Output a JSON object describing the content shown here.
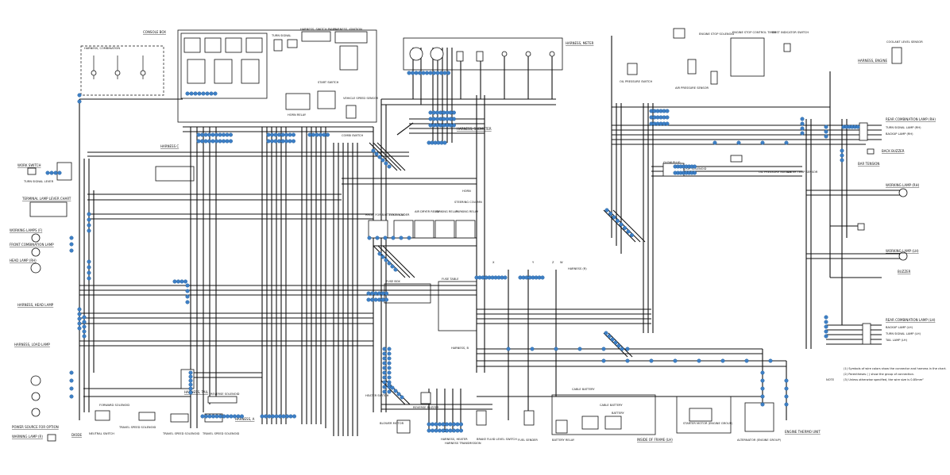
{
  "labels": {
    "console_box": "CONSOLE BOX",
    "turn_signal": "TURN SIGNAL",
    "harness_switch_panel": "HARNESS, SWITCH PANEL",
    "harness_ignition": "HARNESS, IGNITION",
    "harness_combination": "HARNESS, COMBINATION",
    "harness_meter": "HARNESS, METER",
    "harness_harness": "HARNESS, SUBMETER",
    "harness_c": "HARNESS C",
    "harness_b": "HARNESS, B",
    "harness_head_lamp": "HARNESS, HEAD LAMP",
    "harness_load_lamp": "HARNESS, LOAD LAMP",
    "harness_tail": "HARNESS, TAIL",
    "harness_a": "HARNESS, A",
    "harness_rear": "HARNESS (R)",
    "work_switch": "WORK SWITCH",
    "turn_signal_lever": "TURN SIGNAL LEVER",
    "terminal_lamp_lever_chart": "TERMINAL LAMP LEVER CHART",
    "working_lamps": "WORKING LAMPS (F)",
    "front_combination_lamp": "FRONT COMBINATION LAMP",
    "head_lamp": "HEAD LAMP (RH)",
    "horn": "HORN",
    "steering_column": "STEERING COLUMN",
    "relay_battery": "RELAY FOR BATTERY RELAY",
    "fuse_holder": "FUSE HOLDER",
    "fuse_box": "FUSE BOX",
    "fuse_table": "FUSE TABLE",
    "relay_1": "AIR DRYER RELAY",
    "relay_2": "PARKING RELAY",
    "relay_3": "PARKING RELAY",
    "rear_combination_lamp_rh": "REAR COMBINATION LAMP (RH)",
    "turn_signal_lamp": "TURN SIGNAL LAMP (RH)",
    "backup_lamp": "BACKUP LAMP (RH)",
    "back_buzzer": "BACK BUZZER",
    "working_lamp_rh": "WORKING LAMP (RH)",
    "working_lamp_lh": "WORKING LAMP (LH)",
    "buzzer": "BUZZER",
    "rear_combination_lamp_lh": "REAR COMBINATION LAMP (LH)",
    "backup_lamp_lh": "BACKUP LAMP (LH)",
    "turn_signal_lamp_lh": "TURN SIGNAL LAMP (LH)",
    "tail_lamp": "TAIL LAMP (LH)",
    "engine_stop": "ENGINE STOP CONTROL TIMER",
    "dust_indicator": "DUST INDICATOR SWITCH",
    "coolant_level": "COOLANT LEVEL SENSOR",
    "harness_engine": "HARNESS, ENGINE",
    "glow_plug": "GLOW PLUG",
    "stop_solenoid": "STOP SOLENOID",
    "engine_stop_solenoid": "ENGINE STOP SOLENOID",
    "oil_pressure": "OIL PRESSURE SWITCH",
    "water_temp": "WATER TEMP SENSOR",
    "oil_pressure_switch": "OIL PRESSURE SWITCH",
    "air_pressure": "AIR PRESSURE SENSOR",
    "fuel_sender": "FUEL SENDER",
    "battery_relay": "BATTERY RELAY",
    "cable_battery": "CABLE BATTERY",
    "cable_battery_2": "CABLE BATTERY",
    "battery": "BATTERY",
    "starter_motor": "STARTER MOTOR (ENGINE GROUP)",
    "alternator": "ALTERNATOR (ENGINE GROUP)",
    "engine_thermo": "ENGINE THERMO UNIT",
    "inside_frame": "INSIDE OF FRAME (LH)",
    "brake_fluid": "BRAKE FLUID LEVEL SWITCH",
    "harness_trans": "HARNESS TRANSMISSION",
    "travel_speed": "TRAVEL SPEED SOLENOID",
    "travel_speed_2": "TRAVEL SPEED SOLENOID",
    "travel_speed_3": "TRAVEL SPEED SOLENOID",
    "forward_solenoid": "FORWARD SOLENOID",
    "reverse_solenoid": "REVERSE SOLENOID",
    "neutral_switch": "NEUTRAL SWITCH",
    "power_source": "POWER SOURCE FOR OPTION",
    "warning_lamp": "WARNING LAMP (R)",
    "diode": "DIODE",
    "combi_switch": "COMBI SWITCH",
    "horn_relay": "HORN RELAY",
    "heater_switch": "HEATER SWITCH",
    "blower": "BLOWER MOTOR",
    "harness_heater": "HARNESS, HEATER",
    "reverse_buzzer": "REVERSE BUZZER",
    "start_switch": "START SWITCH",
    "vehicle_speed": "VEHICLE SPEED SENSOR",
    "x": "X",
    "y": "Y",
    "z": "Z",
    "w": "W",
    "bar_tension": "BAR TENSION"
  },
  "notes": {
    "title": "NOTE",
    "line1": "(1) Symbols of wire colors show the connector and harness in the chart.",
    "line2": "(2) Parentheses ( ) show the group of connection.",
    "line3": "(3) Unless otherwise specified, the wire size is 0.85mm²"
  },
  "colors": {
    "wire": "#111111",
    "connector_dot": "#3d7fc6",
    "background": "#ffffff"
  }
}
